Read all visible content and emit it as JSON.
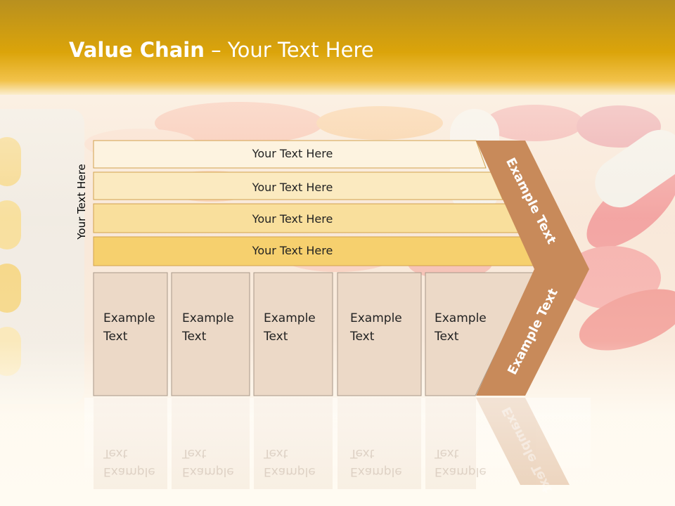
{
  "title": {
    "bold": "Value Chain",
    "rest": " – Your Text Here"
  },
  "side_label": "Your Text Here",
  "bars": [
    {
      "label": "Your Text Here",
      "color": "#fdf3e0"
    },
    {
      "label": "Your Text Here",
      "color": "#fbeac0"
    },
    {
      "label": "Your Text Here",
      "color": "#f9df9c"
    },
    {
      "label": "Your Text Here",
      "color": "#f6d06e"
    }
  ],
  "boxes": [
    {
      "line1": "Example",
      "line2": "Text"
    },
    {
      "line1": "Example",
      "line2": "Text"
    },
    {
      "line1": "Example",
      "line2": "Text"
    },
    {
      "line1": "Example",
      "line2": "Text"
    },
    {
      "line1": "Example",
      "line2": "Text"
    }
  ],
  "chevron": {
    "upper": "Example Text",
    "lower": "Example Text",
    "color": "#c88a5a"
  },
  "colors": {
    "box_fill": "#ecd9c7",
    "box_stroke": "#a89888",
    "bar_stroke": "#d2a24e",
    "header": "#dba40a"
  }
}
